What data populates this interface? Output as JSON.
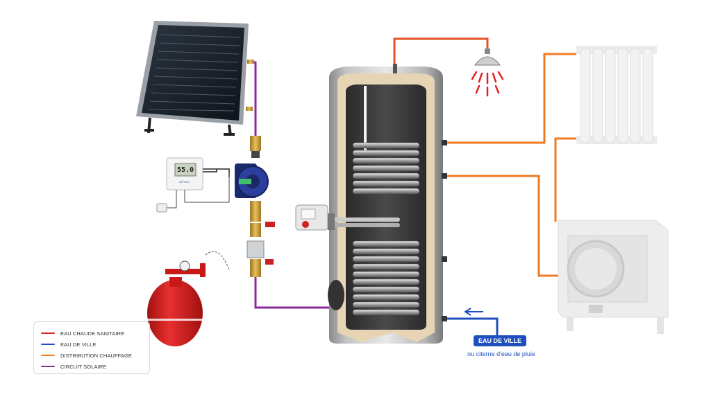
{
  "legend": {
    "items": [
      {
        "label": "EAU CHAUDE SANITAIRE",
        "color": "#e02020"
      },
      {
        "label": "EAU DE VILLE",
        "color": "#1f4fbf"
      },
      {
        "label": "DISTRIBUTION CHAUFFAGE",
        "color": "#f07a20"
      },
      {
        "label": "CIRCUIT SOLAIRE",
        "color": "#8a2a9a"
      }
    ]
  },
  "city_water": {
    "badge": "EAU DE VILLE",
    "subtitle": "ou citerne d'eau de pluie",
    "color": "#1f4fbf"
  },
  "controller": {
    "display": "55.0",
    "brand": "AFRISO"
  },
  "colors": {
    "hot_water": "#e02020",
    "city_water": "#1f4fbf",
    "heating": "#f07a20",
    "solar": "#8a2a9a",
    "insulation": "#e6d4b4",
    "tank_inner": "#3c3c3c",
    "expansion_vessel": "#d91e1e"
  },
  "icons": [
    "solar-panel-icon",
    "shower-icon",
    "radiator-icon",
    "wood-stove-icon",
    "expansion-vessel-icon",
    "pump-icon",
    "controller-icon",
    "heating-element-icon"
  ]
}
